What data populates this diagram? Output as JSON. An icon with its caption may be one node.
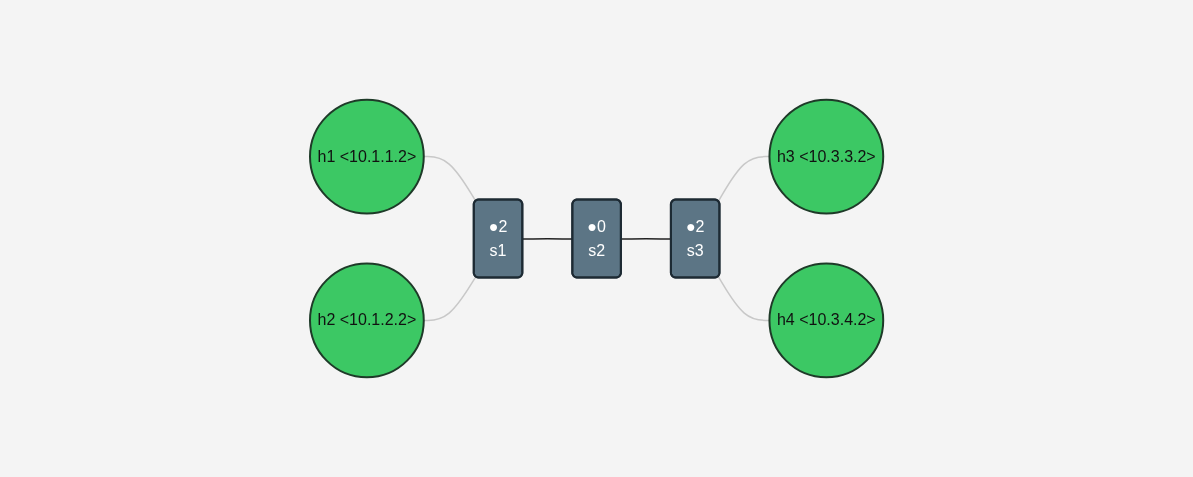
{
  "diagram": {
    "nodes": [
      {
        "text": [
          "h1 <10.1.1.2>"
        ]
      },
      {
        "text": [
          "h2 <10.1.2.2>"
        ]
      },
      {
        "text": [
          "●2",
          "s1"
        ]
      },
      {
        "text": [
          "●0",
          "s2"
        ]
      },
      {
        "text": [
          "●2",
          "s3"
        ]
      },
      {
        "text": [
          "h3 <10.3.3.2>"
        ]
      },
      {
        "text": [
          "h4 <10.3.4.2>"
        ]
      }
    ],
    "edges": [
      {
        "from": 0,
        "to": 2,
        "arrow": "none"
      },
      {
        "from": 1,
        "to": 2,
        "arrow": "none"
      },
      {
        "from": 2,
        "to": 3,
        "arrow": "none",
        "color": "#222222"
      },
      {
        "from": 3,
        "to": 4,
        "arrow": "none",
        "color": "#222222"
      },
      {
        "from": 4,
        "to": 5,
        "arrow": "none"
      },
      {
        "from": 4,
        "to": 6,
        "arrow": "none"
      }
    ]
  }
}
